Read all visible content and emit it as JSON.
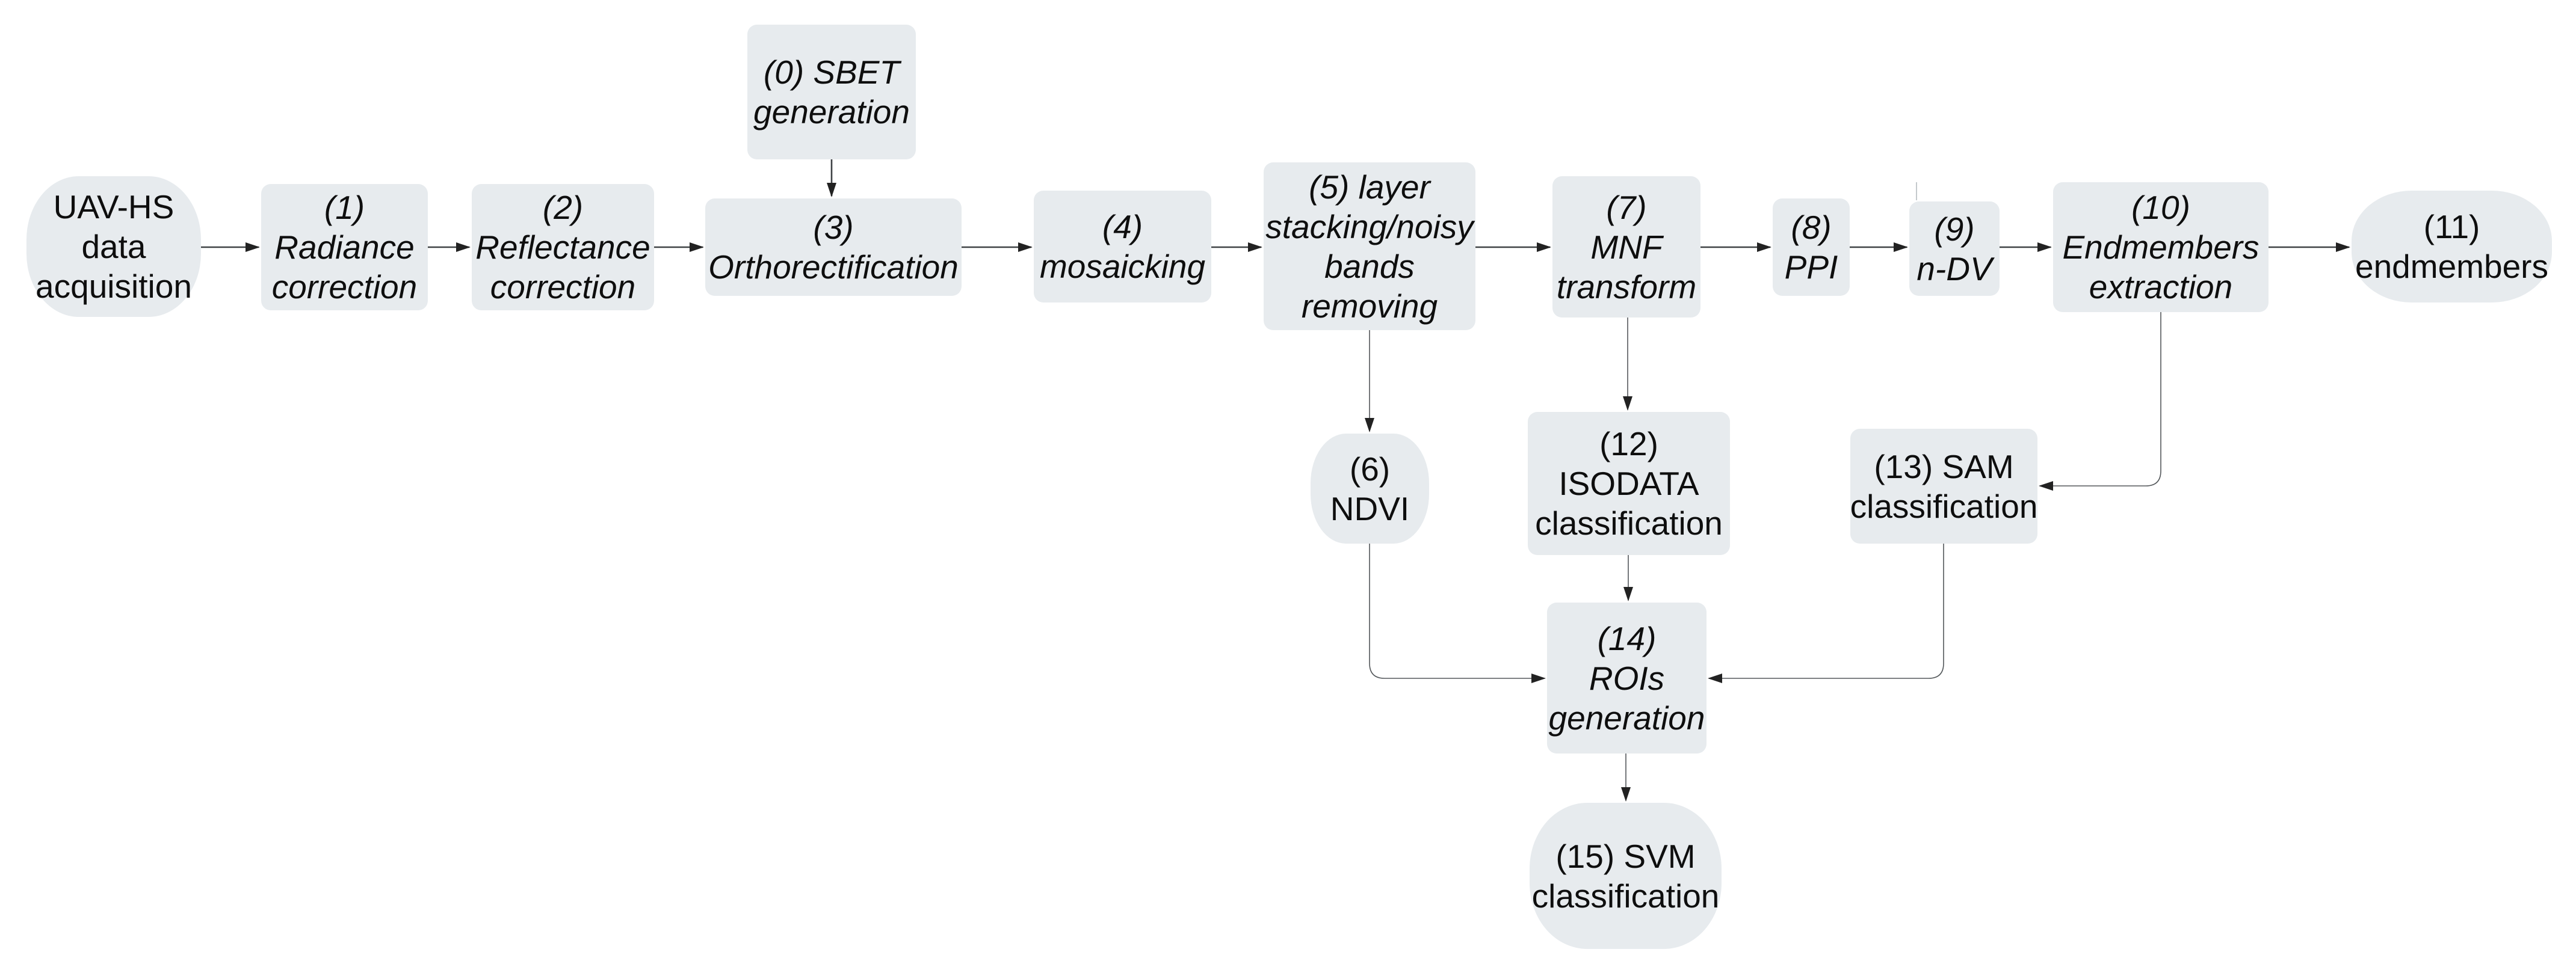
{
  "figure": {
    "kind": "flowchart",
    "colors": {
      "node_fill": "#e7ebee",
      "node_text": "#0e0e0e",
      "connector": "#3f4245",
      "arrowhead": "#222222",
      "background": "#ffffff"
    }
  },
  "nodes": {
    "uav": {
      "label": "UAV-HS\ndata\nacquisition"
    },
    "n0": {
      "label": "(0) SBET\ngeneration"
    },
    "n1": {
      "label": "(1)\nRadiance\ncorrection"
    },
    "n2": {
      "label": "(2)\nReflectance\ncorrection"
    },
    "n3": {
      "label": "(3)\nOrthorectification"
    },
    "n4": {
      "label": "(4)\nmosaicking"
    },
    "n5": {
      "label": "(5) layer\nstacking/noisy\nbands\nremoving"
    },
    "n6": {
      "label": "(6)\nNDVI"
    },
    "n7": {
      "label": "(7)\nMNF\ntransform"
    },
    "n8": {
      "label": "(8)\nPPI"
    },
    "n9": {
      "label": "(9)\nn-DV"
    },
    "n10": {
      "label": "(10)\nEndmembers\nextraction"
    },
    "n11": {
      "label": "(11)\nendmembers"
    },
    "n12": {
      "label": "(12)\nISODATA\nclassification"
    },
    "n13": {
      "label": "(13) SAM\nclassification"
    },
    "n14": {
      "label": "(14)\nROIs\ngeneration"
    },
    "n15": {
      "label": "(15) SVM\nclassification"
    }
  },
  "edges": [
    {
      "from": "uav",
      "to": "n1"
    },
    {
      "from": "n1",
      "to": "n2"
    },
    {
      "from": "n2",
      "to": "n3"
    },
    {
      "from": "n0",
      "to": "n3"
    },
    {
      "from": "n3",
      "to": "n4"
    },
    {
      "from": "n4",
      "to": "n5"
    },
    {
      "from": "n5",
      "to": "n7"
    },
    {
      "from": "n7",
      "to": "n8"
    },
    {
      "from": "n8",
      "to": "n9"
    },
    {
      "from": "n9",
      "to": "n10"
    },
    {
      "from": "n10",
      "to": "n11"
    },
    {
      "from": "n5",
      "to": "n6"
    },
    {
      "from": "n7",
      "to": "n12"
    },
    {
      "from": "n10",
      "to": "n13"
    },
    {
      "from": "n6",
      "to": "n14"
    },
    {
      "from": "n12",
      "to": "n14"
    },
    {
      "from": "n13",
      "to": "n14"
    },
    {
      "from": "n14",
      "to": "n15"
    }
  ]
}
